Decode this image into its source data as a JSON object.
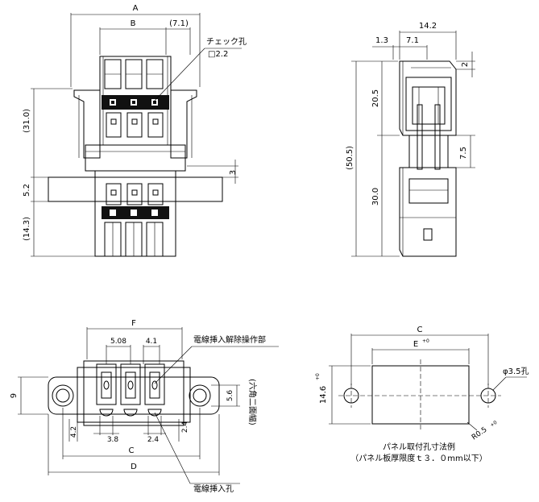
{
  "front_view": {
    "dims": {
      "A": "A",
      "B": "B",
      "pitch_71": "(7.1)",
      "total_31": "(31.0)",
      "d_52": "5.2",
      "d_143": "(14.3)",
      "d_3": "3"
    },
    "check_hole_label": "チェック孔",
    "check_hole_size": "□2.2"
  },
  "side_view": {
    "dims": {
      "w_142": "14.2",
      "w_13": "1.3",
      "w_71": "7.1",
      "h_2": "2",
      "h_205": "20.5",
      "h_505": "(50.5)",
      "h_75": "7.5",
      "h_300": "30.0"
    }
  },
  "bottom_view": {
    "dims": {
      "F": "F",
      "p_508": "5.08",
      "p_41": "4.1",
      "h_9": "9",
      "h_56": "5.6",
      "h_42": "4.2",
      "w_38": "3.8",
      "w_24a": "2.4",
      "w_24b": "2.4",
      "C": "C",
      "D": "D"
    },
    "release_label": "電線挿入解除操作部",
    "hex_label": "(六角二面幅)",
    "wire_hole_label": "電線挿入孔"
  },
  "panel_view": {
    "dims": {
      "C": "C",
      "E": "E",
      "E_tol": "+0",
      "H": "14.6",
      "H_tol": "+0",
      "R": "R0.5",
      "R_tol": "+0",
      "hole": "φ3.5孔"
    },
    "caption_1": "パネル取付孔寸法例",
    "caption_2": "（パネル板厚限度ｔ３．０mm以下）"
  }
}
